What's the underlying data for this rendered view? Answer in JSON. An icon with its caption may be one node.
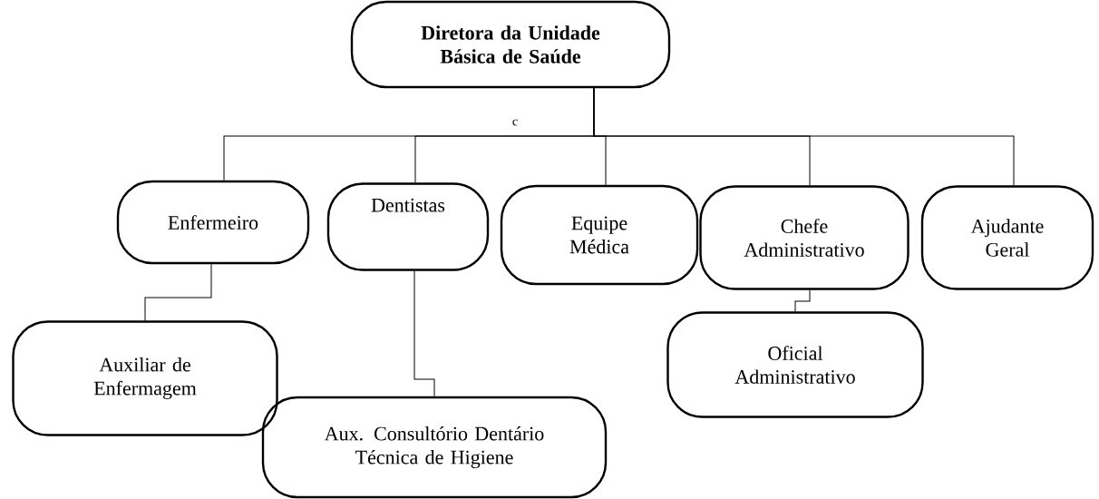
{
  "diagram": {
    "nodes": [
      {
        "text": [
          "Diretora da Unidade Básica de Saúde"
        ]
      },
      {
        "text": [
          "Enfermeiro"
        ]
      },
      {
        "text": [
          "Dentistas"
        ]
      },
      {
        "text": [
          "Equipe Médica"
        ]
      },
      {
        "text": [
          "Chefe Administrativo"
        ]
      },
      {
        "text": [
          "Ajudante Geral"
        ]
      },
      {
        "text": [
          "Auxiliar de Enfermagem"
        ]
      },
      {
        "text": [
          "Oficial Administrativo"
        ]
      },
      {
        "text": [
          "Aux. Consultório Dentário",
          "Técnica de Higiene"
        ]
      }
    ],
    "edges": [
      {
        "from": 0,
        "to": 1,
        "arrow": "none"
      },
      {
        "from": 0,
        "to": 2,
        "arrow": "none"
      },
      {
        "from": 0,
        "to": 3,
        "arrow": "none"
      },
      {
        "from": 0,
        "to": 4,
        "arrow": "none"
      },
      {
        "from": 0,
        "to": 5,
        "arrow": "none"
      },
      {
        "from": 1,
        "to": 6,
        "arrow": "none"
      },
      {
        "from": 2,
        "to": 8,
        "arrow": "none"
      },
      {
        "from": 4,
        "to": 7,
        "arrow": "none"
      }
    ],
    "labels": [
      "c"
    ]
  }
}
